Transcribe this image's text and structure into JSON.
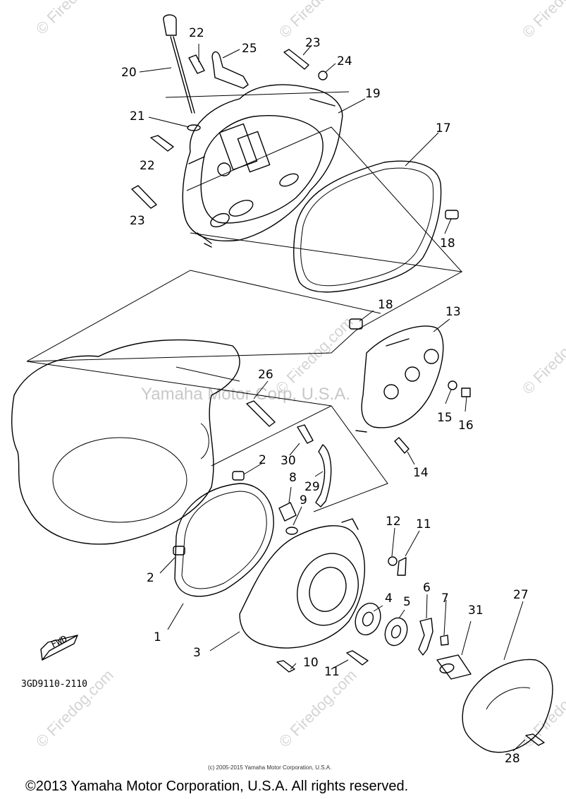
{
  "diagram": {
    "callouts": {
      "c20": "20",
      "c22a": "22",
      "c25": "25",
      "c23a": "23",
      "c24": "24",
      "c19": "19",
      "c21": "21",
      "c22b": "22",
      "c17": "17",
      "c23b": "23",
      "c18a": "18",
      "c18b": "18",
      "c13": "13",
      "c26": "26",
      "c15": "15",
      "c16": "16",
      "c30": "30",
      "c2a": "2",
      "c14": "14",
      "c8": "8",
      "c29": "29",
      "c9": "9",
      "c12": "12",
      "c11a": "11",
      "c2b": "2",
      "c4": "4",
      "c6": "6",
      "c7": "7",
      "c5": "5",
      "c27": "27",
      "c31": "31",
      "c1": "1",
      "c3": "3",
      "c10": "10",
      "c11b": "11",
      "c28": "28"
    },
    "fwd_label": "FWD",
    "diagram_code": "3GD9110-2110"
  },
  "watermarks": {
    "firedog": "© Firedog.com",
    "center": "Yamaha Motor Corp, U.S.A."
  },
  "footer": {
    "small_credit": "(c) 2005-2015 Yamaha Motor Corporation, U.S.A.",
    "copyright": "©2013 Yamaha Motor Corporation, U.S.A. All rights reserved."
  },
  "colors": {
    "ink": "#000000",
    "background": "#ffffff",
    "watermark": "#d4d4d4"
  }
}
